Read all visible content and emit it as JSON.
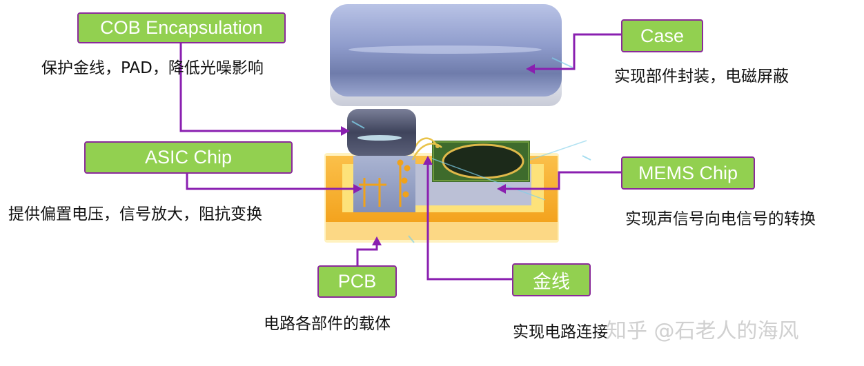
{
  "labels": {
    "cob": "COB Encapsulation",
    "asic": "ASIC Chip",
    "pcb": "PCB",
    "case": "Case",
    "mems": "MEMS Chip",
    "gold_wire": "金线"
  },
  "descriptions": {
    "cob": "保护金线，PAD，降低光噪影响",
    "asic": "提供偏置电压，信号放大，阻抗变换",
    "pcb": "电路各部件的载体",
    "case": "实现部件封装，电磁屏蔽",
    "mems": "实现声信号向电信号的转换",
    "gold_wire": "实现电路连接"
  },
  "watermark": "知乎 @石老人的海风",
  "colors": {
    "label_fill": "#92d050",
    "label_border": "#8a2a9a",
    "leader_line": "#8a1fb0",
    "pcb_orange": "#f5a623",
    "pcb_yellow": "#fde27a",
    "case_blue": "#8d9bc9",
    "cob_dark": "#4a4f6a",
    "mems_green": "#3e6b2c"
  }
}
